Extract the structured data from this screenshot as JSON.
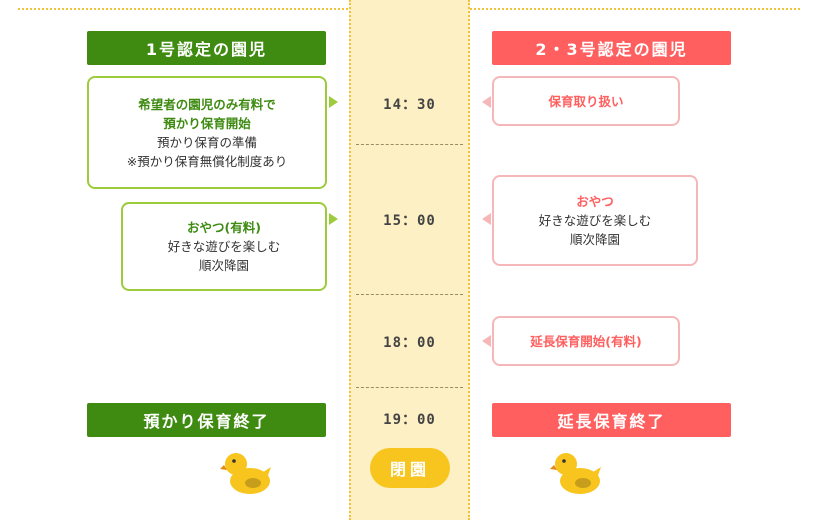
{
  "left_header": "1号認定の園児",
  "right_header": "2・3号認定の園児",
  "left_box1": {
    "title_line1": "希望者の園児のみ有料で",
    "title_line2": "預かり保育開始",
    "line3": "預かり保育の準備",
    "line4": "※預かり保育無償化制度あり"
  },
  "left_box2": {
    "title": "おやつ(有料)",
    "line2": "好きな遊びを楽しむ",
    "line3": "順次降園"
  },
  "right_box1": {
    "title": "保育取り扱い"
  },
  "right_box2": {
    "title": "おやつ",
    "line2": "好きな遊びを楽しむ",
    "line3": "順次降園"
  },
  "right_box3": {
    "title": "延長保育開始(有料)"
  },
  "times": [
    "14：30",
    "15：00",
    "18：00",
    "19：00"
  ],
  "left_footer": "預かり保育終了",
  "right_footer": "延長保育終了",
  "closing_label": "閉園",
  "colors": {
    "green": "#3f8b12",
    "red": "#ff5f5f",
    "timeline": "#fdf0c5",
    "accent": "#f7c51e"
  }
}
